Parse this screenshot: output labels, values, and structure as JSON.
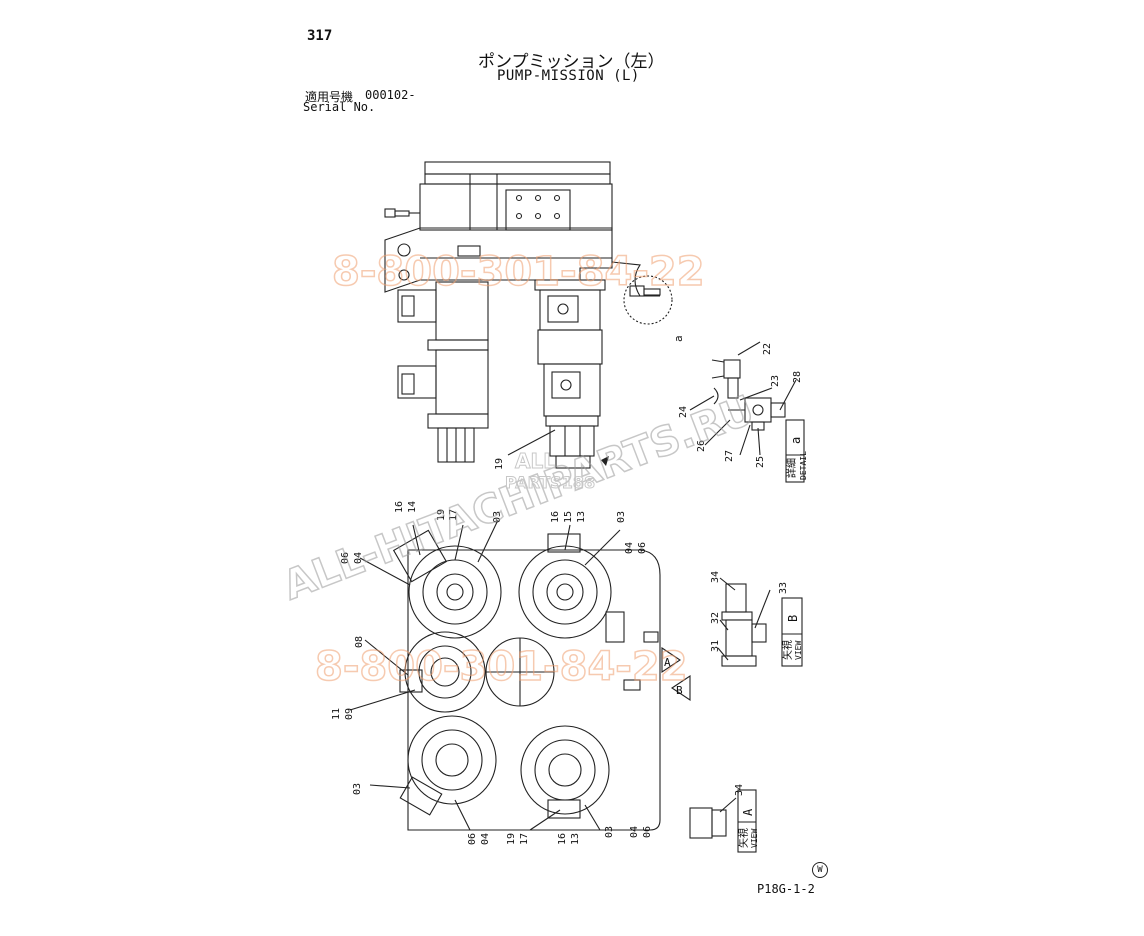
{
  "page": {
    "number": "317",
    "title_jp": "ポンプミッション（左）",
    "title_en": "PUMP-MISSION (L)",
    "serial_label_jp": "適用号機",
    "serial_value": "000102-",
    "serial_label_en": "Serial No.",
    "drawing_code": "P18G-1-2",
    "w_mark": "W"
  },
  "watermarks": {
    "phone_top": "8-800-301-84-22",
    "phone_bottom": "8-800-301-84-22",
    "site": "ALL-HITACHIPARTS.RU",
    "logo_top": "ALL",
    "logo_bottom": "PARTS188"
  },
  "detail_views": {
    "detail_a": {
      "label_jp": "詳細",
      "label_en": "DETAIL",
      "letter": "a"
    },
    "view_b": {
      "label_jp": "矢視",
      "label_en": "VIEW",
      "letter": "B"
    },
    "view_a": {
      "label_jp": "矢視",
      "label_en": "VIEW",
      "letter": "A"
    },
    "marker_a": "A",
    "marker_b": "B",
    "callout_a": "a"
  },
  "callouts": {
    "top": [
      "19",
      "22",
      "23",
      "28",
      "24",
      "26",
      "27",
      "25"
    ],
    "plan_top_left": [
      "16",
      "14",
      "19",
      "17",
      "03",
      "06",
      "04"
    ],
    "plan_top_right": [
      "16",
      "15",
      "13",
      "03",
      "04",
      "06"
    ],
    "plan_mid": [
      "08",
      "11",
      "09"
    ],
    "view_b": [
      "34",
      "33",
      "32",
      "31"
    ],
    "plan_bottom_left": [
      "03",
      "06",
      "04"
    ],
    "plan_bottom_right": [
      "19",
      "17",
      "16",
      "13",
      "03",
      "04",
      "06"
    ],
    "view_a": [
      "34"
    ]
  }
}
